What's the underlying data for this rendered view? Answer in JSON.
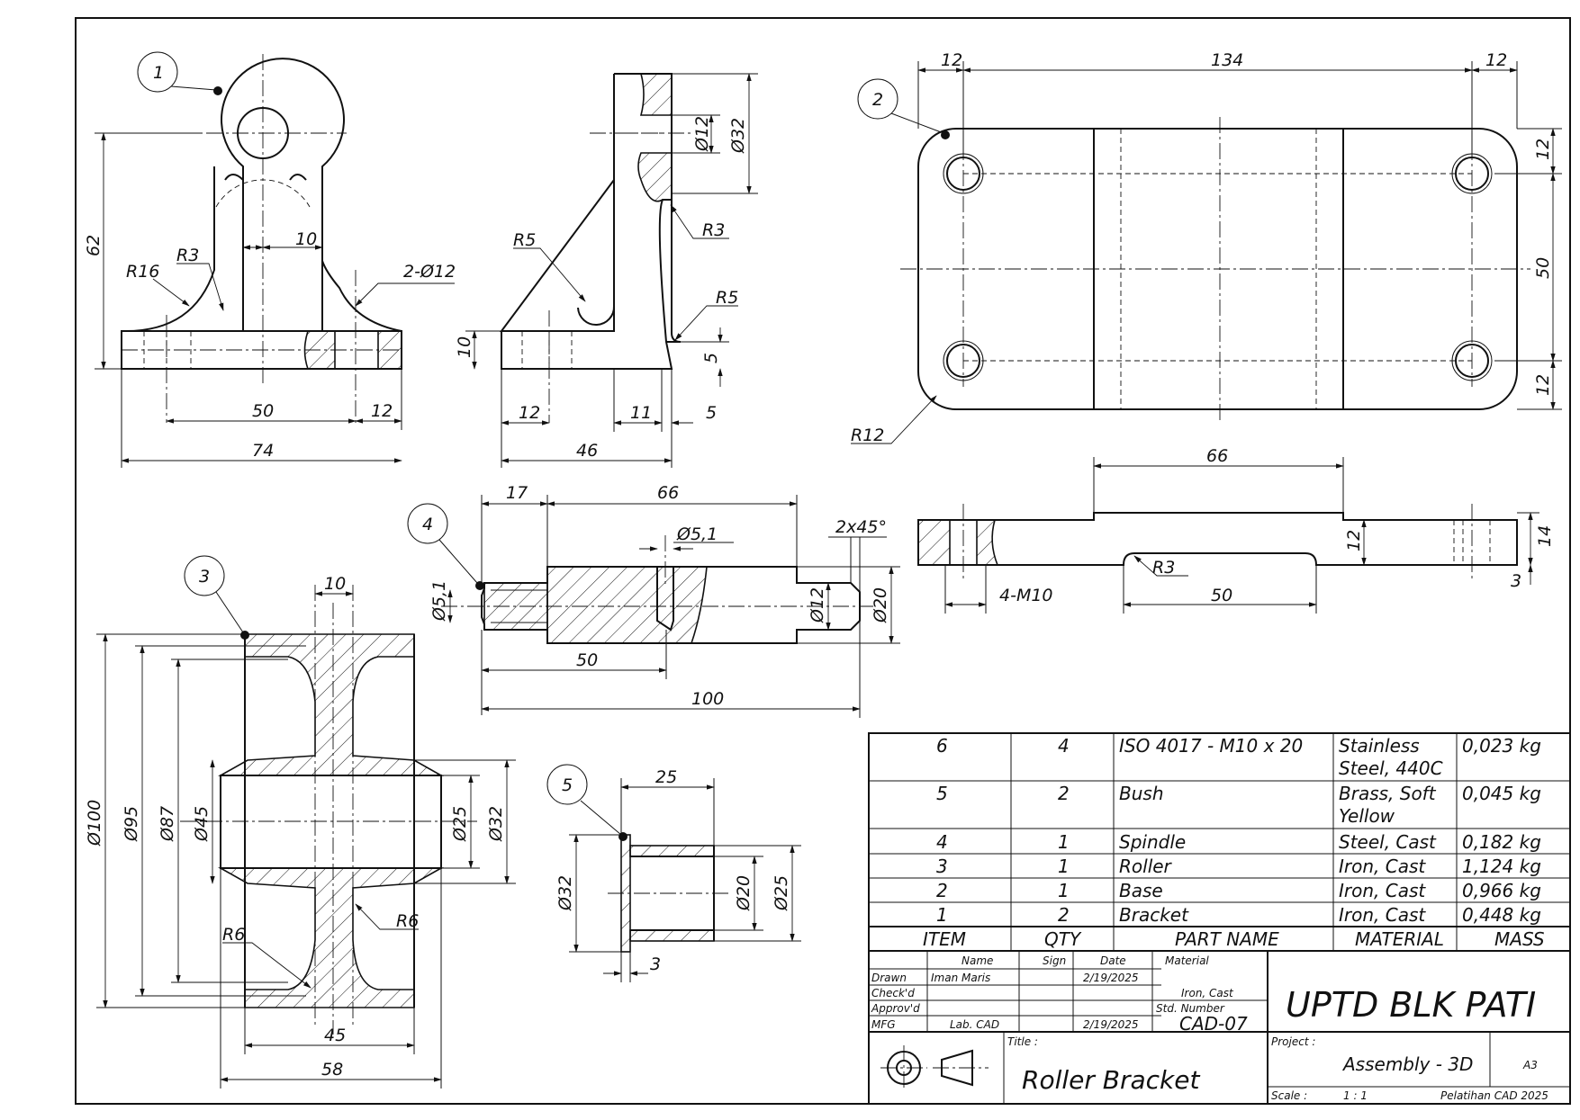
{
  "balloons": [
    "1",
    "2",
    "3",
    "4",
    "5"
  ],
  "dimensions": {
    "bracket": [
      "62",
      "R16",
      "R3",
      "10",
      "2-Ø12",
      "50",
      "12",
      "74"
    ],
    "bracket_side": [
      "Ø12",
      "Ø32",
      "R5",
      "R3",
      "R5",
      "10",
      "5",
      "12",
      "11",
      "5",
      "46"
    ],
    "base_top": [
      "12",
      "134",
      "12",
      "12",
      "50",
      "12",
      "R12"
    ],
    "base_front": [
      "66",
      "12",
      "14",
      "4-M10",
      "R3",
      "50",
      "3"
    ],
    "spindle": [
      "17",
      "66",
      "Ø5,1",
      "2x45°",
      "Ø5,1",
      "Ø12",
      "Ø20",
      "50",
      "100"
    ],
    "roller": [
      "10",
      "Ø100",
      "Ø95",
      "Ø87",
      "Ø45",
      "Ø25",
      "Ø32",
      "R6",
      "R6",
      "45",
      "58"
    ],
    "bush": [
      "25",
      "Ø32",
      "Ø20",
      "Ø25",
      "3"
    ]
  },
  "parts_list": {
    "headers": [
      "ITEM",
      "QTY",
      "PART NAME",
      "MATERIAL",
      "MASS"
    ],
    "rows": [
      {
        "item": "6",
        "qty": "4",
        "name": "ISO 4017 - M10 x 20",
        "material": [
          "Stainless",
          "Steel, 440C"
        ],
        "mass": "0,023 kg"
      },
      {
        "item": "5",
        "qty": "2",
        "name": "Bush",
        "material": [
          "Brass, Soft",
          "Yellow"
        ],
        "mass": "0,045 kg"
      },
      {
        "item": "4",
        "qty": "1",
        "name": "Spindle",
        "material": [
          "Steel, Cast"
        ],
        "mass": "0,182 kg"
      },
      {
        "item": "3",
        "qty": "1",
        "name": "Roller",
        "material": [
          "Iron, Cast"
        ],
        "mass": "1,124 kg"
      },
      {
        "item": "2",
        "qty": "1",
        "name": "Base",
        "material": [
          "Iron, Cast"
        ],
        "mass": "0,966 kg"
      },
      {
        "item": "1",
        "qty": "2",
        "name": "Bracket",
        "material": [
          "Iron, Cast"
        ],
        "mass": "0,448 kg"
      }
    ]
  },
  "title_block": {
    "col_name": "Name",
    "col_sign": "Sign",
    "col_date": "Date",
    "material_label": "Material",
    "material_value": "Iron, Cast",
    "drawn_label": "Drawn",
    "drawn_name": "Iman Maris",
    "drawn_date": "2/19/2025",
    "checked_label": "Check'd",
    "approved_label": "Approv'd",
    "mfg_label": "MFG",
    "mfg_name": "Lab. CAD",
    "mfg_date": "2/19/2025",
    "std_label": "Std. Number",
    "std_value": "CAD-07",
    "organization": "UPTD BLK PATI",
    "title_label": "Title :",
    "title_value": "Roller Bracket",
    "project_label": "Project :",
    "project_value": "Assembly - 3D",
    "size": "A3",
    "scale_label": "Scale :",
    "scale_value": "1 : 1",
    "footer": "Pelatihan CAD 2025"
  }
}
